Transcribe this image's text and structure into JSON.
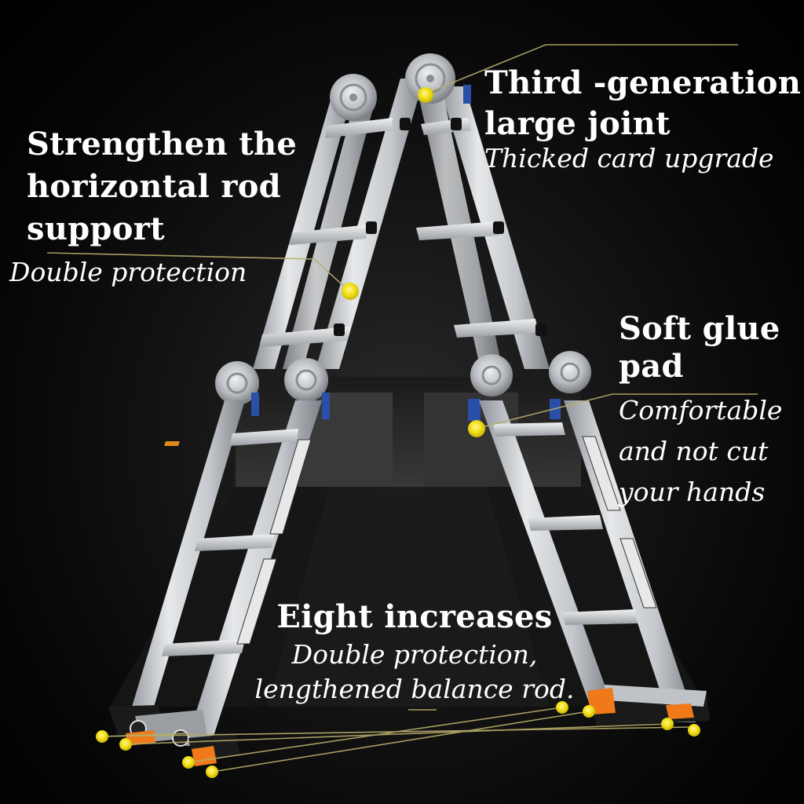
{
  "colors": {
    "background": "#000000",
    "text": "#ffffff",
    "callout_dot": "#f5e21a",
    "leader_line": "#8a8255",
    "ladder_aluminum": "#cfd2d6",
    "hinge_blue": "#2a4fa8",
    "foot_orange": "#f07a1a",
    "foot_black": "#1a1a1a"
  },
  "callouts": {
    "joint": {
      "title": "Third -generation large joint",
      "title_line1": "Third -generation",
      "title_line2": "large joint",
      "subtitle": "Thicked card upgrade"
    },
    "rod": {
      "title": "Strengthen the horizontal rod support",
      "title_line1": "Strengthen the",
      "title_line2": "horizontal rod",
      "title_line3": "support",
      "subtitle": "Double protection"
    },
    "pad": {
      "title": "Soft glue pad",
      "title_line1": "Soft glue",
      "title_line2": "pad",
      "subtitle_line1": "Comfortable",
      "subtitle_line2": "and not cut",
      "subtitle_line3": "your hands"
    },
    "increase": {
      "title": "Eight increases",
      "subtitle_line1": "Double protection,",
      "subtitle_line2": "lengthened balance rod."
    }
  },
  "product": {
    "subject": "Multi-position folding aluminum ladder in A-frame configuration",
    "callout_dot_count": 11
  }
}
